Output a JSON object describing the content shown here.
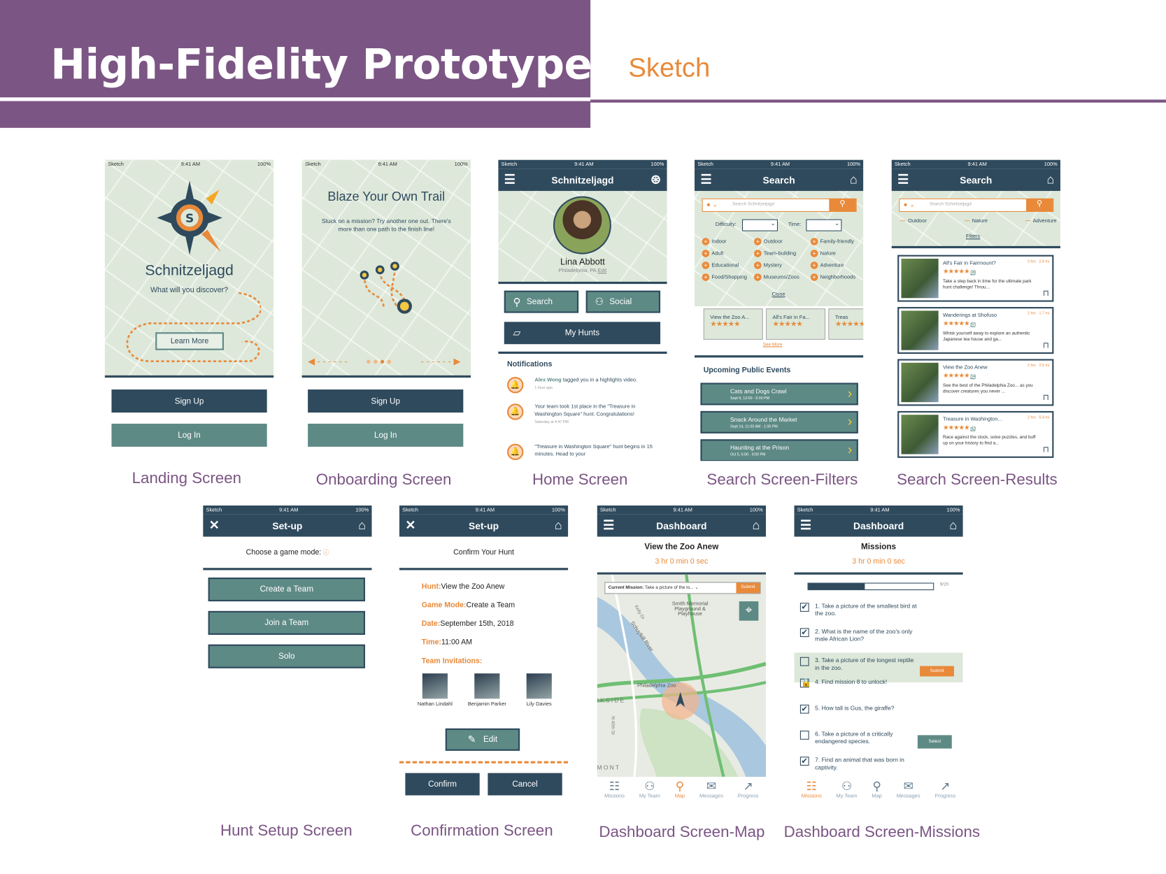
{
  "header": {
    "title": "High-Fidelity Prototype:",
    "subtitle": "Sketch"
  },
  "status": {
    "carrier": "Sketch",
    "time": "9:41 AM",
    "battery": "100%"
  },
  "landing": {
    "app_name": "Schnitzeljagd",
    "tagline": "What will you discover?",
    "learn_more": "Learn More",
    "sign_up": "Sign Up",
    "log_in": "Log In",
    "caption": "Landing Screen"
  },
  "onboarding": {
    "title": "Blaze Your Own Trail",
    "body": "Stuck on a mission? Try another one out. There's more than one path to the finish line!",
    "sign_up": "Sign Up",
    "log_in": "Log In",
    "caption": "Onboarding Screen"
  },
  "home": {
    "title": "Schnitzeljagd",
    "user_name": "Lina Abbott",
    "location": "Philadelphia, PA",
    "edit": "Edit",
    "search": "Search",
    "social": "Social",
    "my_hunts": "My Hunts",
    "notifications_title": "Notifications",
    "notifications": [
      {
        "actor": "Alex Wong",
        "text": " tagged you in a highlights video.",
        "time": "1 hour ago"
      },
      {
        "actor": "",
        "text": "Your team took 1st place in the \"Treasure in Washington Square\" hunt. Congratulations!",
        "time": "Saturday at 4:47 PM"
      },
      {
        "actor": "",
        "text": "\"Treasure in Washington Square\" hunt begins in 15 minutes. Head to your",
        "time": ""
      }
    ],
    "caption": "Home Screen"
  },
  "search_filters": {
    "title": "Search",
    "placeholder": "Search Schnitzeljagd",
    "difficulty": "Difficulty:",
    "time": "Time:",
    "filters": [
      "Indoor",
      "Outdoor",
      "Family-friendly",
      "Adult",
      "Team-building",
      "Nature",
      "Educational",
      "Mystery",
      "Adventure",
      "Food/Shopping",
      "Museums/Zoos",
      "Neighborhoods"
    ],
    "close": "Close",
    "cards": [
      "View the Zoo A...",
      "All's Fair in Fa...",
      "Treas"
    ],
    "see_more": "See More",
    "events_title": "Upcoming Public Events",
    "events": [
      {
        "name": "Cats and Dogs Crawl",
        "date": "Sept 9, 12:00 - 5:00 PM"
      },
      {
        "name": "Snack Around the Market",
        "date": "Sept 14, 11:00 AM - 1:00 PM"
      },
      {
        "name": "Haunting at the Prison",
        "date": "Oct 5, 6:00 - 9:00 PM"
      }
    ],
    "caption": "Search Screen-Filters"
  },
  "search_results": {
    "title": "Search",
    "placeholder": "Search Schnitzeljagd",
    "tags": [
      "Outdoor",
      "Nature",
      "Adventure"
    ],
    "filters": "Filters",
    "results": [
      {
        "title": "All's Fair in Fairmount?",
        "meta": "3 hrs · 2.8 mi",
        "reviews": "(38)",
        "desc": "Take a step back in time for the ultimate park hunt challenge! Throu..."
      },
      {
        "title": "Wanderings at Shofuso",
        "meta": "2 hrs · 1.7 mi",
        "reviews": "(67)",
        "desc": "Whisk yourself away to explore an authentic Japanese tea house and ga..."
      },
      {
        "title": "View the Zoo Anew",
        "meta": "3 hrs · 2.5 mi",
        "reviews": "(54)",
        "desc": "See the best of the Philadelphia Zoo... as you discover creatures you never ..."
      },
      {
        "title": "Treasure in Washington...",
        "meta": "2 hrs · 5.4 mi",
        "reviews": "(42)",
        "desc": "Race against the clock, solve puzzles, and buff up on your history to find a..."
      }
    ],
    "caption": "Search Screen-Results"
  },
  "setup": {
    "title": "Set-up",
    "prompt": "Choose a game mode:",
    "options": [
      "Create a Team",
      "Join a Team",
      "Solo"
    ],
    "caption": "Hunt Setup Screen"
  },
  "confirm": {
    "title": "Set-up",
    "heading": "Confirm Your Hunt",
    "rows": [
      {
        "k": "Hunt:",
        "v": "View the Zoo Anew"
      },
      {
        "k": "Game Mode:",
        "v": "Create a Team"
      },
      {
        "k": "Date:",
        "v": "September 15th, 2018"
      },
      {
        "k": "Time:",
        "v": "11:00 AM"
      }
    ],
    "invites_label": "Team Invitations:",
    "invitees": [
      "Nathan Lindahl",
      "Benjamin Parker",
      "Lily Davies"
    ],
    "edit": "Edit",
    "confirm": "Confirm",
    "cancel": "Cancel",
    "caption": "Confirmation Screen"
  },
  "dash_map": {
    "title": "Dashboard",
    "hunt": "View the Zoo Anew",
    "timer": "3 hr 0 min 0 sec",
    "mission_label": "Current Mission:",
    "mission": "Take a picture of the lo...",
    "submit": "Submit",
    "map_labels": [
      "Smith Memorial Playground & Playhouse",
      "Schuylkill River",
      "Philadelphia Zoo",
      "Kelly Dr",
      "N 40th St",
      "IKSIDE",
      "MONT"
    ],
    "tabs": [
      "Missions",
      "My Team",
      "Map",
      "Messages",
      "Progress"
    ],
    "caption": "Dashboard Screen-Map"
  },
  "dash_missions": {
    "title": "Dashboard",
    "heading": "Missions",
    "timer": "3 hr 0 min 0 sec",
    "progress_label": "9/20",
    "progress": 0.45,
    "missions": [
      "1. Take a picture of the smallest bird at the zoo.",
      "2. What is the name of the zoo's only male African Lion?",
      "3. Take a picture of the longest reptile in the zoo.",
      "4. Find mission 8 to unlock!",
      "5. How tall is Gus, the giraffe?",
      "6. Take a picture of a critically endangered species.",
      "7. Find an animal that was born in captivity."
    ],
    "submit": "Submit",
    "select": "Select",
    "tabs": [
      "Missions",
      "My Team",
      "Map",
      "Messages",
      "Progress"
    ],
    "caption": "Dashboard Screen-Missions"
  },
  "colors": {
    "purple": "#7b5584",
    "orange": "#e88a3a",
    "navy": "#2f4a5d",
    "teal": "#5e8a86",
    "mint": "#dde8da"
  }
}
